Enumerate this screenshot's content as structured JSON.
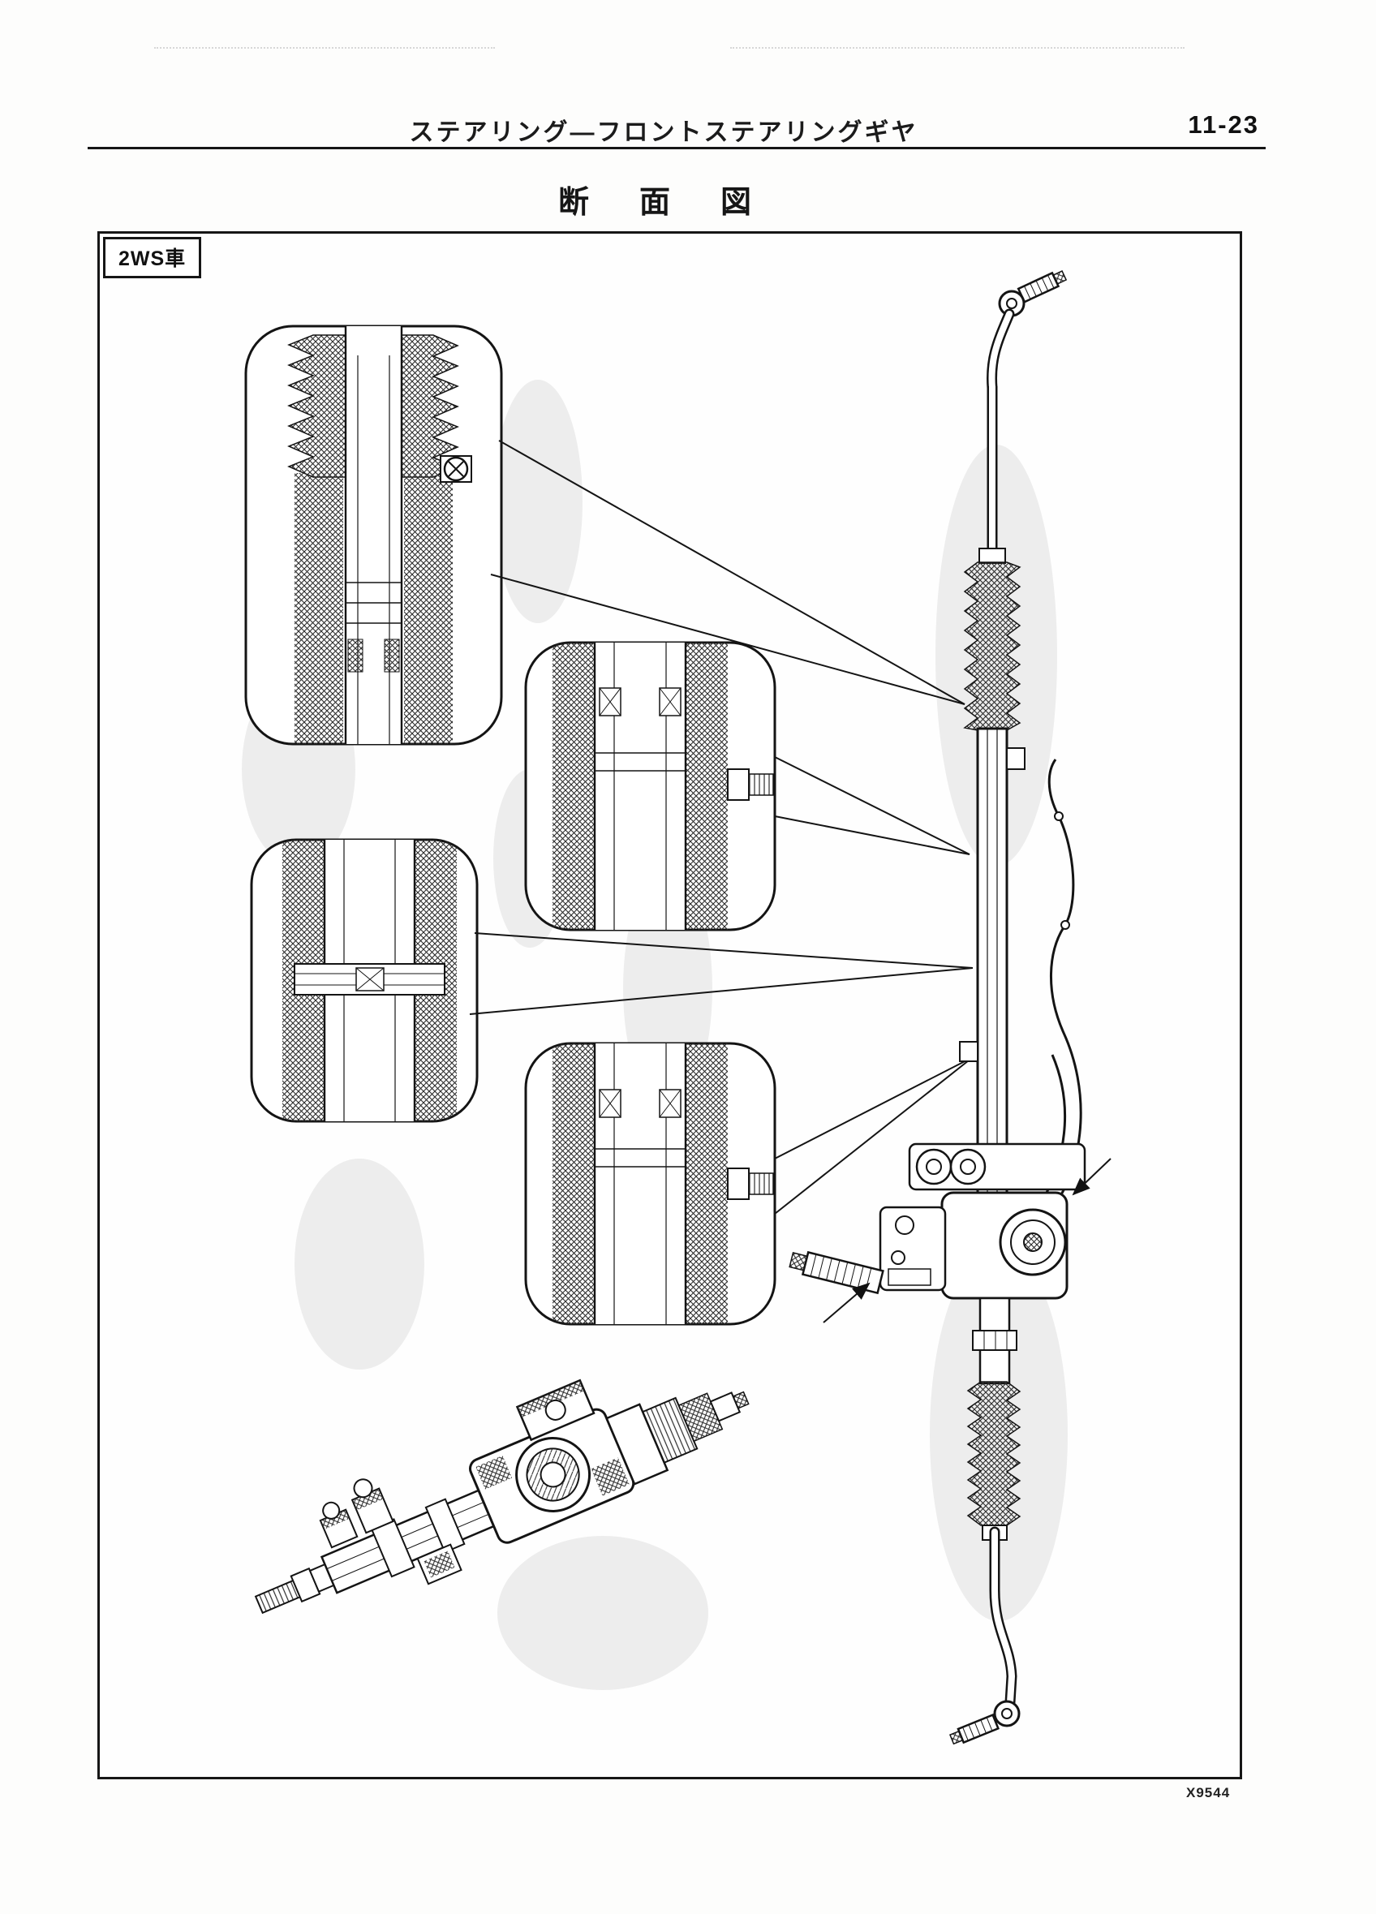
{
  "page": {
    "header": {
      "title": "ステアリング―フロントステアリングギヤ",
      "page_number": "11-23"
    },
    "section_title": "断　面　図",
    "diagram": {
      "variant_label": "2WS車",
      "figure_code": "X9544",
      "type": "cross-section",
      "subject": "front-steering-gear-2ws"
    }
  }
}
